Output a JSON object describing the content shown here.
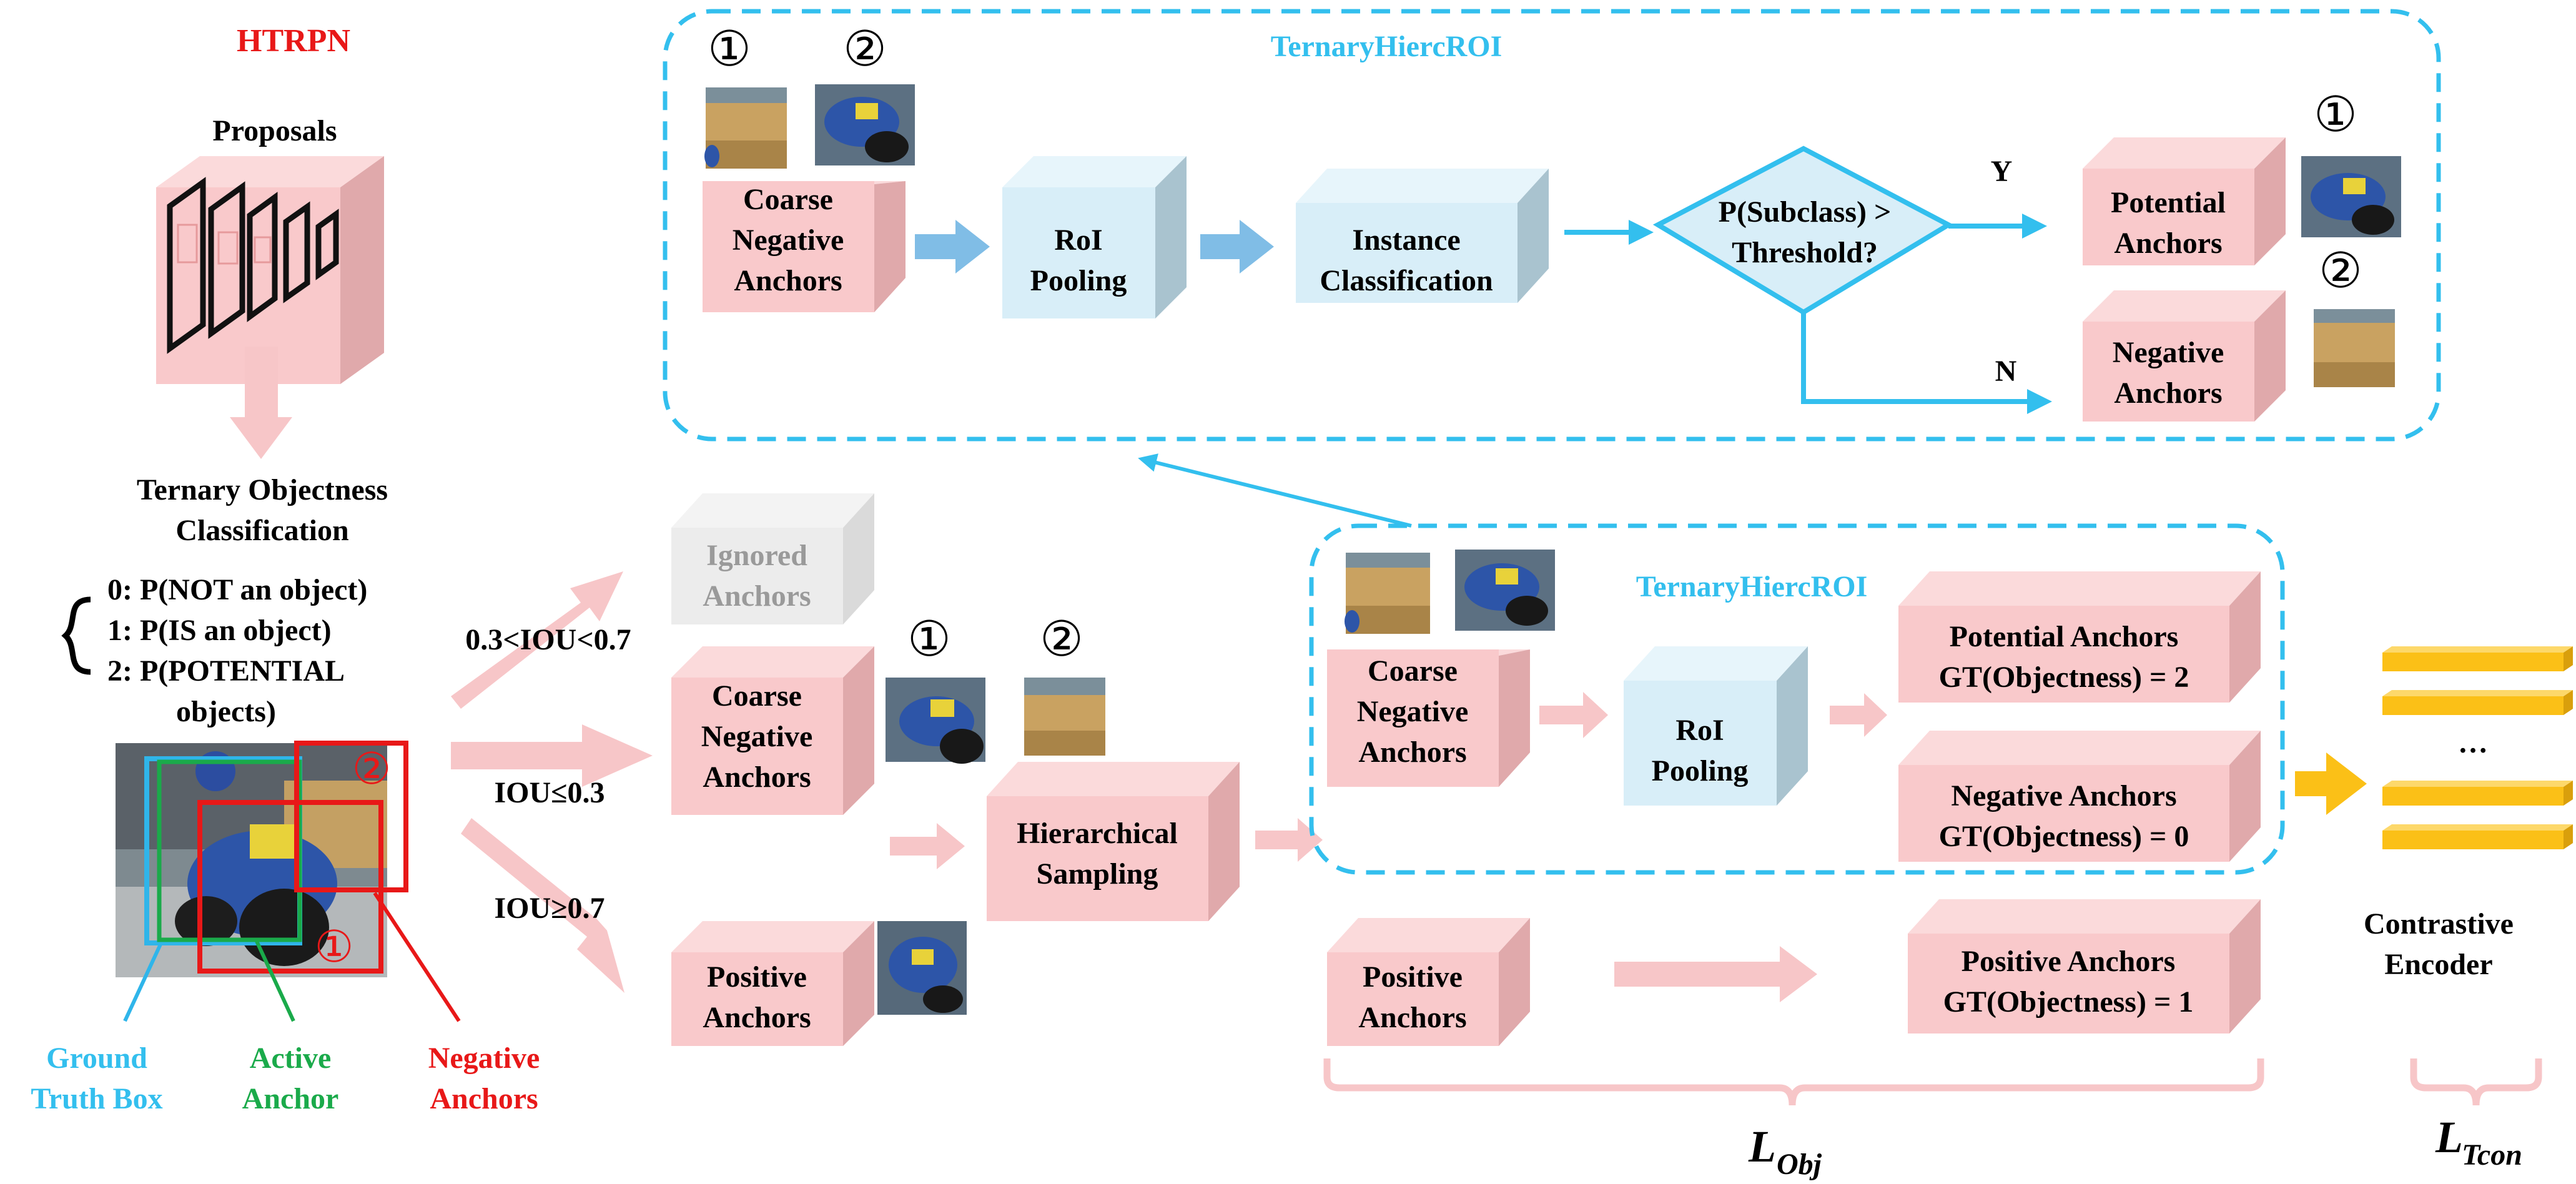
{
  "title": "HTRPN",
  "proposals_label": "Proposals",
  "toc": {
    "title_line1": "Ternary Objectness",
    "title_line2": "Classification",
    "items": [
      "0: P(NOT an object)",
      "1: P(IS an object)",
      "2: P(POTENTIAL",
      "objects)"
    ]
  },
  "image_legend": {
    "gt_line1": "Ground",
    "gt_line2": "Truth Box",
    "active_line1": "Active",
    "active_line2": "Anchor",
    "neg_line1": "Negative",
    "neg_line2": "Anchors"
  },
  "marker_1": "①",
  "marker_2": "②",
  "top_panel": {
    "title": "TernaryHiercROI",
    "coarse": [
      "Coarse",
      "Negative",
      "Anchors"
    ],
    "roi": [
      "RoI",
      "Pooling"
    ],
    "instance": [
      "Instance",
      "Classification"
    ],
    "decision": [
      "P(Subclass) >",
      "Threshold?"
    ],
    "yes": "Y",
    "no": "N",
    "potential": [
      "Potential",
      "Anchors"
    ],
    "negative": [
      "Negative",
      "Anchors"
    ]
  },
  "iou": {
    "mid": "0.3<IOU<0.7",
    "low": "IOU≤0.3",
    "high": "IOU≥0.7"
  },
  "middle": {
    "ignored": [
      "Ignored",
      "Anchors"
    ],
    "coarse": [
      "Coarse",
      "Negative",
      "Anchors"
    ],
    "positive": [
      "Positive",
      "Anchors"
    ],
    "hier": [
      "Hierarchical",
      "Sampling"
    ]
  },
  "bottom_panel": {
    "title": "TernaryHiercROI",
    "coarse": [
      "Coarse",
      "Negative",
      "Anchors"
    ],
    "roi": [
      "RoI",
      "Pooling"
    ],
    "potential": [
      "Potential Anchors",
      "GT(Objectness) = 2"
    ],
    "negative": [
      "Negative Anchors",
      "GT(Objectness) = 0"
    ],
    "positive_in": [
      "Positive",
      "Anchors"
    ],
    "positive_out": [
      "Positive Anchors",
      "GT(Objectness) = 1"
    ]
  },
  "encoder": {
    "dots": "…",
    "label": [
      "Contrastive",
      "Encoder"
    ]
  },
  "loss_obj": {
    "base": "L",
    "sub": "Obj"
  },
  "loss_tcon": {
    "base": "L",
    "sub": "Tcon"
  },
  "colors": {
    "pink_front": "#f9c9cb",
    "pink_top": "#fbdadb",
    "pink_side": "#e0a9ab",
    "blue_front": "#d8eef8",
    "blue_top": "#e7f5fb",
    "blue_side": "#a9c3cf",
    "cyan": "#33bfee",
    "arrow_pink": "#f7c6c8",
    "arrow_blue": "#80bde6",
    "encoder": "#fbc017"
  }
}
